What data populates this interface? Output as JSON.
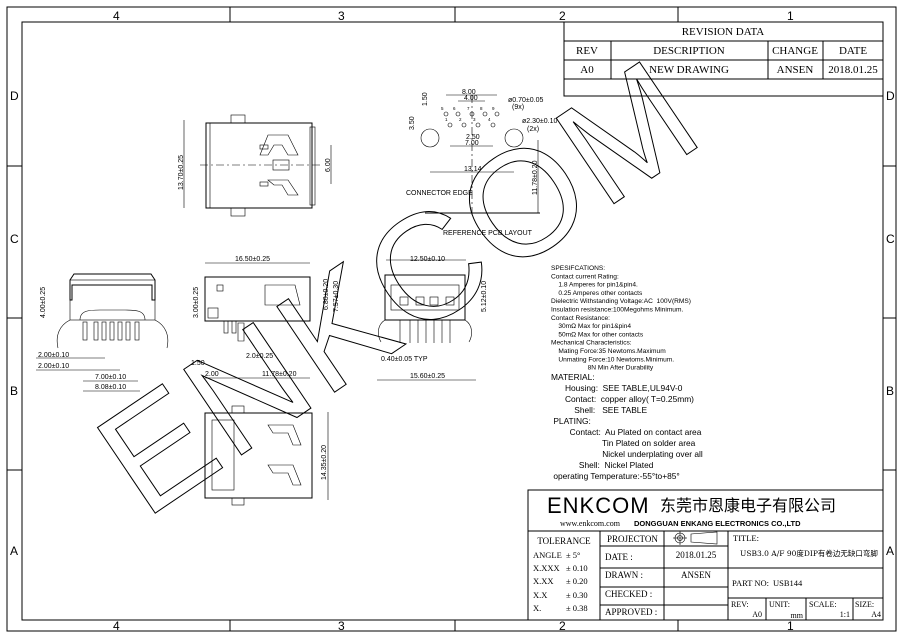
{
  "zones": {
    "columns": [
      "4",
      "3",
      "2",
      "1"
    ],
    "rows": [
      "D",
      "C",
      "B",
      "A"
    ]
  },
  "revision": {
    "title": "REVISION DATA",
    "headers": [
      "REV",
      "DESCRIPTION",
      "CHANGE",
      "DATE"
    ],
    "rows": [
      [
        "A0",
        "NEW DRAWING",
        "ANSEN",
        "2018.01.25"
      ]
    ]
  },
  "watermark": "ENKCOM",
  "pcb_layout": {
    "dims": [
      "8.00",
      "4.00",
      "1.50",
      "3.50",
      "2.50",
      "7.00",
      "13.14",
      "11.78±0.20",
      "ø0.70±0.05",
      "(9x)",
      "ø2.30±0.10",
      "(2x)"
    ],
    "pin_labels": [
      "9",
      "8",
      "7",
      "6",
      "5",
      "4",
      "3",
      "2",
      "1"
    ],
    "connector_edge": "CONNECTOR EDGE",
    "reference": "REFERENCE PCB LAYOUT"
  },
  "top_view": {
    "dims": [
      "13.70±0.25",
      "6.00"
    ]
  },
  "front_view": {
    "dims": [
      "4.00±0.25",
      "2.00±0.10",
      "2.00±0.10",
      "7.00±0.10",
      "8.08±0.10"
    ]
  },
  "side_view": {
    "dims": [
      "16.50±0.25",
      "3.00±0.25",
      "1.50",
      "2.00",
      "2.0±0.25",
      "11.78±0.20",
      "6.80±0.20",
      "7.57±0.30"
    ]
  },
  "port_view": {
    "dims": [
      "12.50±0.10",
      "5.12±0.10",
      "0.40±0.05 TYP",
      "15.60±0.25"
    ]
  },
  "bottom_view": {
    "dims": [
      "14.35±0.20"
    ]
  },
  "specs": {
    "small": [
      "SPESIFCATIONS:",
      "Contact current Rating:",
      "    1.8 Amperes for pin1&pin4.",
      "    0.25 Amperes other contacts",
      "Dielectric Withstanding Voltage:AC  100V(RMS)",
      "Insulation resistance:100Megohms Minimum.",
      "Contact Resistance:",
      "    30mΩ Max for pin1&pin4",
      "    50mΩ Max for other contacts",
      "Mechanical Characteristics:",
      "    Mating Force:35 Newtoms.Maximum",
      "    Unmating Force:10 Newtoms.Minimum.",
      "                    8N Min After Durability"
    ],
    "large": [
      "MATERIAL:",
      "      Housing:  SEE TABLE,UL94V-0",
      "      Contact:  copper alloy( T=0.25mm)",
      "          Shell:   SEE TABLE",
      " PLATING:",
      "        Contact:  Au Plated on contact area",
      "                      Tin Plated on solder area",
      "                      Nickel underplating over all",
      "            Shell:  Nickel Plated",
      " operating Temperature:-55°to+85°"
    ]
  },
  "title_block": {
    "logo": "ENKCOM",
    "company_cn": "东莞市恩康电子有限公司",
    "website": "www.enkcom.com",
    "company_en": "DONGGUAN  ENKANG  ELECTRONICS CO.,LTD",
    "tolerance_label": "TOLERANCE",
    "tolerances": [
      [
        "ANGLE",
        "± 5°"
      ],
      [
        "X.XXX",
        "± 0.10"
      ],
      [
        "X.XX",
        "± 0.20"
      ],
      [
        "X.X",
        "± 0.30"
      ],
      [
        "X.",
        "± 0.38"
      ]
    ],
    "projection_label": "PROJECTON",
    "date_label": "DATE :",
    "date": "2018.01.25",
    "drawn_label": "DRAWN :",
    "drawn": "ANSEN",
    "checked_label": "CHECKED :",
    "approved_label": "APPROVED :",
    "title_label": "TITLE:",
    "title": "USB3.0 A/F 90度DIP有卷边无缺口弯脚",
    "part_no_label": "PART NO:",
    "part_no": "USB144",
    "rev_label": "REV:",
    "rev": "A0",
    "unit_label": "UNIT:",
    "unit": "mm",
    "scale_label": "SCALE:",
    "scale": "1:1",
    "size_label": "SIZE:",
    "size": "A4"
  }
}
